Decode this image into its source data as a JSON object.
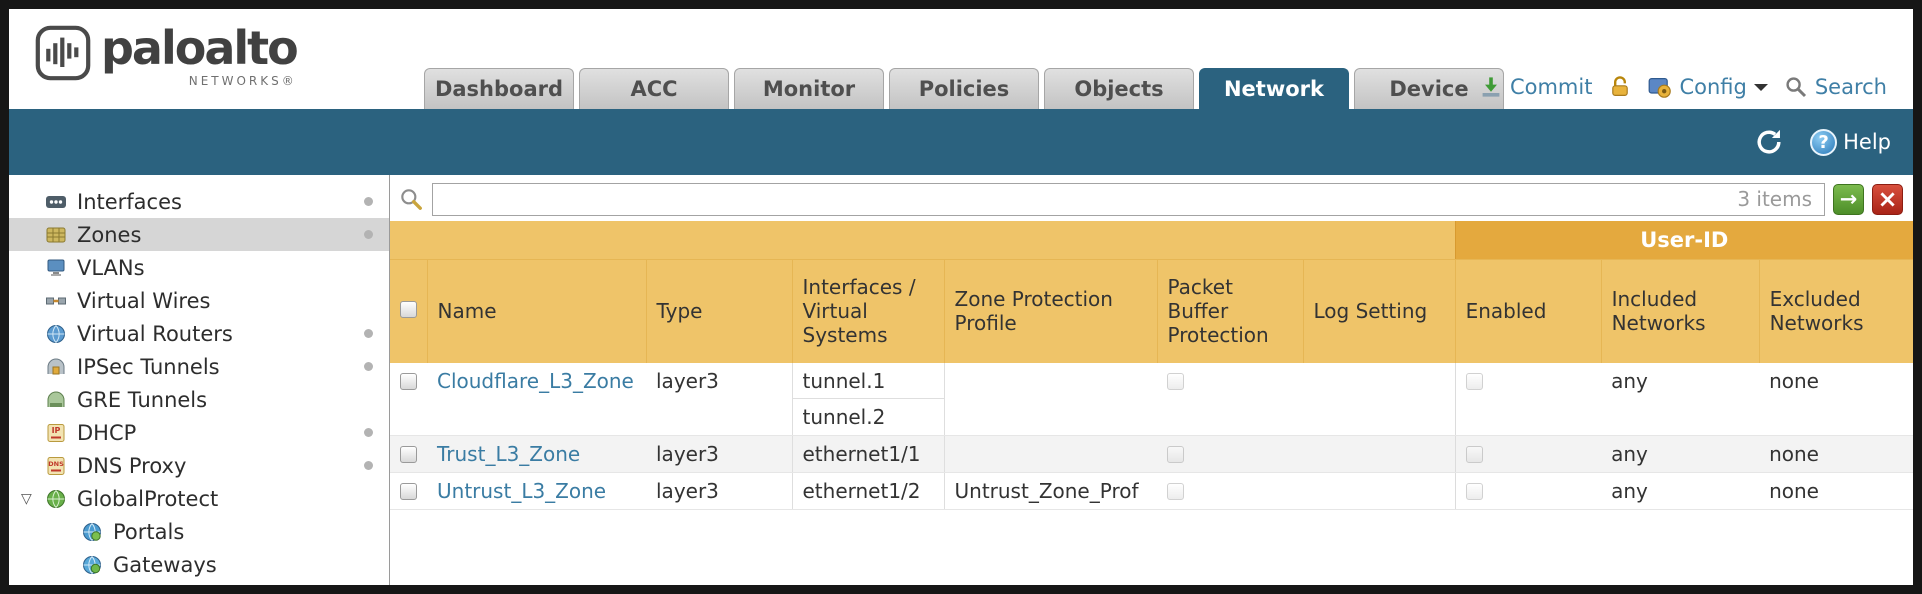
{
  "brand": {
    "name": "paloalto",
    "sub": "NETWORKS®"
  },
  "nav": {
    "tabs": [
      {
        "label": "Dashboard"
      },
      {
        "label": "ACC"
      },
      {
        "label": "Monitor"
      },
      {
        "label": "Policies"
      },
      {
        "label": "Objects"
      },
      {
        "label": "Network"
      },
      {
        "label": "Device"
      }
    ],
    "active_tab": "Network",
    "actions": {
      "commit": "Commit",
      "config": "Config",
      "search": "Search"
    }
  },
  "band": {
    "help": "Help"
  },
  "sidebar": {
    "items": [
      {
        "label": "Interfaces",
        "dot": true
      },
      {
        "label": "Zones",
        "dot": true,
        "selected": true
      },
      {
        "label": "VLANs"
      },
      {
        "label": "Virtual Wires"
      },
      {
        "label": "Virtual Routers",
        "dot": true
      },
      {
        "label": "IPSec Tunnels",
        "dot": true
      },
      {
        "label": "GRE Tunnels"
      },
      {
        "label": "DHCP",
        "dot": true,
        "icon_text": "IP"
      },
      {
        "label": "DNS Proxy",
        "dot": true,
        "icon_text": "DNS"
      },
      {
        "label": "GlobalProtect",
        "expanded": true
      },
      {
        "label": "Portals",
        "child": true
      },
      {
        "label": "Gateways",
        "child": true
      }
    ]
  },
  "filter": {
    "value": "",
    "items_count": "3 items"
  },
  "table": {
    "group": {
      "user_id": "User-ID"
    },
    "headers": [
      "Name",
      "Type",
      "Interfaces / Virtual Systems",
      "Zone Protection Profile",
      "Packet Buffer Protection",
      "Log Setting",
      "Enabled",
      "Included Networks",
      "Excluded Networks"
    ],
    "rows": [
      {
        "name": "Cloudflare_L3_Zone",
        "type": "layer3",
        "interfaces": [
          "tunnel.1",
          "tunnel.2"
        ],
        "zone_protection_profile": "",
        "log_setting": "",
        "included_networks": "any",
        "excluded_networks": "none"
      },
      {
        "name": "Trust_L3_Zone",
        "type": "layer3",
        "interfaces": [
          "ethernet1/1"
        ],
        "zone_protection_profile": "",
        "log_setting": "",
        "included_networks": "any",
        "excluded_networks": "none"
      },
      {
        "name": "Untrust_L3_Zone",
        "type": "layer3",
        "interfaces": [
          "ethernet1/2"
        ],
        "zone_protection_profile": "Untrust_Zone_Prof",
        "log_setting": "",
        "included_networks": "any",
        "excluded_networks": "none"
      }
    ]
  },
  "colors": {
    "accent_teal": "#2b627f",
    "header_gold": "#efc469",
    "user_id_gold": "#e4a93e",
    "link_blue": "#3a7ca3"
  }
}
